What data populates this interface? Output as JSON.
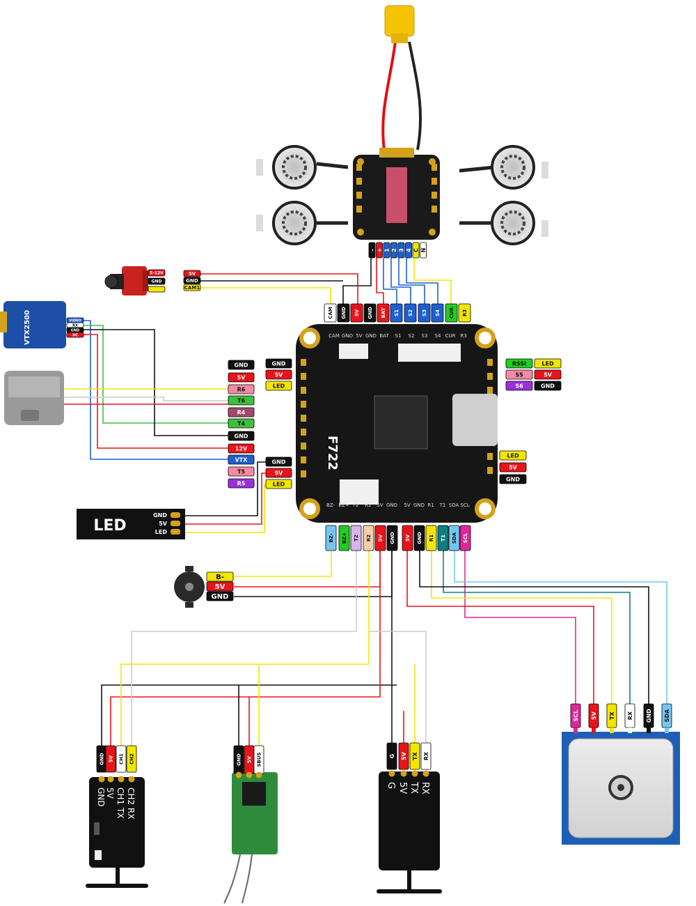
{
  "diagram": {
    "colors": {
      "gnd": "#111111",
      "v5": "#e8141b",
      "bat": "#e8141b",
      "sig": "#1f5fd0",
      "yellow": "#f2e600",
      "pink": "#f58aa4",
      "green": "#3fbf3f",
      "maroon": "#a04a6a",
      "purple": "#9b30d9",
      "cyan": "#74c6f0",
      "teal": "#0e7f7f",
      "magenta": "#e0269a",
      "peach": "#f6cfa8",
      "lilac": "#d9b4ec",
      "white": "#ffffff",
      "grey": "#c8c8c8",
      "lime": "#22cc22"
    },
    "esc_header": [
      "-",
      "+",
      "1",
      "2",
      "3",
      "4",
      "C",
      "N"
    ],
    "fc_top_pads": [
      "CAM",
      "GND",
      "5V",
      "GND",
      "BAT",
      "S1",
      "S2",
      "S3",
      "S4",
      "CUR",
      "R3"
    ],
    "fc_silk_top": [
      "CAM",
      "GND",
      "5V",
      "GND",
      "BAT",
      "S1",
      "S2",
      "S3",
      "S4",
      "CUR",
      "R3"
    ],
    "fc_bottom_pads": [
      "BZ-",
      "BZ+",
      "T2",
      "R2",
      "5V",
      "GND",
      "5V",
      "GND",
      "R1",
      "T1",
      "SDA",
      "SCL"
    ],
    "fc_silk_bottom": [
      "BZ-",
      "BZ+",
      "T2",
      "R2",
      "5V",
      "GND",
      "5V",
      "GND",
      "R1",
      "T1",
      "SDA",
      "SCL"
    ],
    "fc_name": "F722",
    "fc_left_col_a": [
      "GND",
      "5V",
      "R6",
      "T6",
      "R4",
      "T4",
      "GND",
      "12V",
      "VTX",
      "T5",
      "R5"
    ],
    "fc_left_col_b_top": [
      "GND",
      "5V",
      "LED"
    ],
    "fc_left_col_b_bottom": [
      "GND",
      "5V",
      "LED"
    ],
    "fc_right_top": [
      [
        "RSSI",
        "LED"
      ],
      [
        "S5",
        "5V"
      ],
      [
        "S6",
        "GND"
      ]
    ],
    "fc_right_mid": [
      "LED",
      "5V",
      "GND"
    ],
    "camera_labels": [
      "5V",
      "GND",
      "CAM1"
    ],
    "camera_volt": "5-12V",
    "camera_pins": [
      "GND",
      ""
    ],
    "vtx_name": "VTX2500",
    "vtx_pins": [
      "VIDEO",
      "RX",
      "GND",
      "DC"
    ],
    "led_title": "LED",
    "led_pins": [
      "GND",
      "5V",
      "LED"
    ],
    "buzzer_labels": [
      "B-",
      "5V",
      "GND"
    ],
    "rx1_tags": [
      "GND",
      "5V",
      "CH1",
      "CH2"
    ],
    "rx1_labels": [
      "GND",
      "5V",
      "CH1 TX",
      "CH2 RX"
    ],
    "rx2_tags": [
      "GND",
      "5V",
      "SBUS"
    ],
    "rx3_tags": [
      "G",
      "5V",
      "TX",
      "RX"
    ],
    "rx3_labels": [
      "G",
      "5V",
      "TX",
      "RX"
    ],
    "gps_tags": [
      "SCL",
      "5V",
      "TX",
      "RX",
      "GND",
      "SDA"
    ]
  }
}
